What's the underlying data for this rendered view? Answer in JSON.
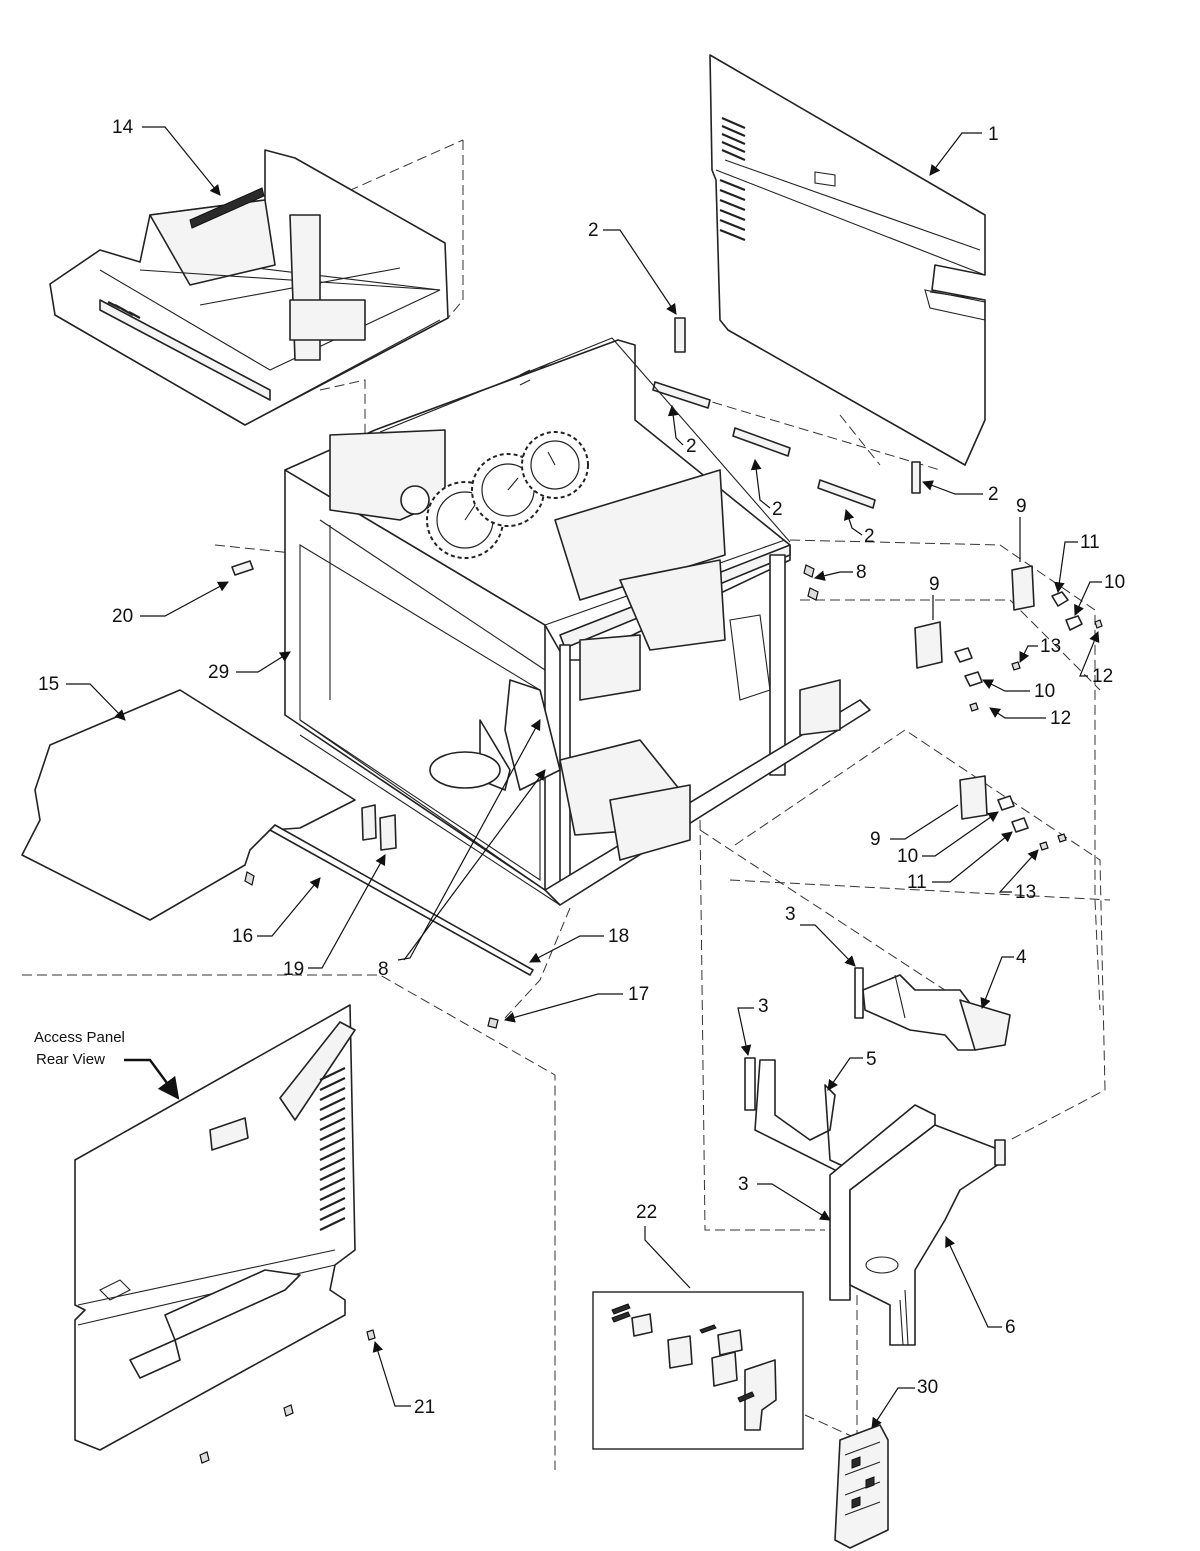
{
  "callouts": {
    "c1": "1",
    "c2a": "2",
    "c2b": "2",
    "c2c": "2",
    "c2d": "2",
    "c2e": "2",
    "c3a": "3",
    "c3b": "3",
    "c3c": "3",
    "c4": "4",
    "c5": "5",
    "c6": "6",
    "c8a": "8",
    "c8b": "8",
    "c9a": "9",
    "c9b": "9",
    "c9c": "9",
    "c10a": "10",
    "c10b": "10",
    "c10c": "10",
    "c11a": "11",
    "c11b": "11",
    "c12a": "12",
    "c12b": "12",
    "c13a": "13",
    "c13b": "13",
    "c14": "14",
    "c15": "15",
    "c16": "16",
    "c17": "17",
    "c18": "18",
    "c19": "19",
    "c20": "20",
    "c21": "21",
    "c22": "22",
    "c29": "29",
    "c30": "30"
  },
  "notes": {
    "access_panel_line1": "Access Panel",
    "access_panel_line2": "Rear View"
  }
}
